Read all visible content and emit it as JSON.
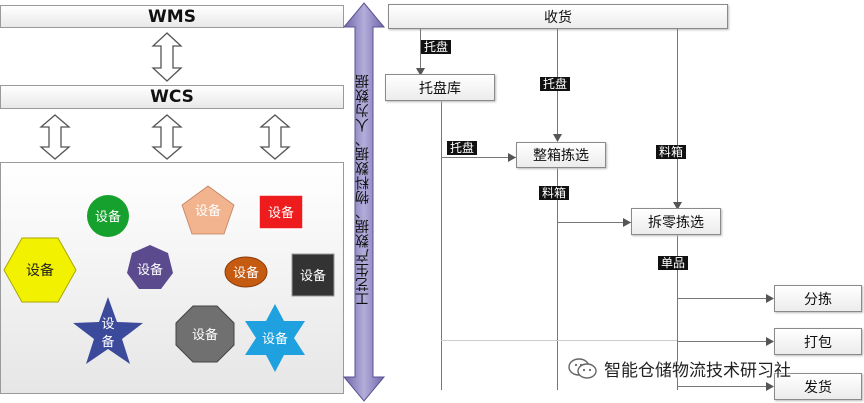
{
  "left": {
    "wms_label": "WMS",
    "wcs_label": "WCS",
    "devices": [
      {
        "label": "设备",
        "shape": "hexagon",
        "color": "#f2f200"
      },
      {
        "label": "设备",
        "shape": "circle",
        "color": "#16a02e"
      },
      {
        "label": "设备",
        "shape": "pentagon",
        "color": "#f1b48e"
      },
      {
        "label": "设备",
        "shape": "square",
        "color": "#ee1c1c"
      },
      {
        "label": "设备",
        "shape": "heptagon",
        "color": "#5b4a8e"
      },
      {
        "label": "设备",
        "shape": "ellipse",
        "color": "#c55a11"
      },
      {
        "label": "设备",
        "shape": "square",
        "color": "#333333"
      },
      {
        "label": "设备",
        "shape": "star5",
        "color": "#3b4a9b"
      },
      {
        "label": "设备",
        "shape": "octagon",
        "color": "#707070"
      },
      {
        "label": "设备",
        "shape": "star6",
        "color": "#1fa0df"
      }
    ]
  },
  "middle": {
    "vertical_label": "工艺生产数据、物料数据、人为数据"
  },
  "flow": {
    "top_bar": "收货",
    "nodes": {
      "pallet_store": "托盘库",
      "case_pick": "整箱拣选",
      "piece_pick": "拆零拣选",
      "sorting": "分拣",
      "packing": "打包",
      "shipping": "发货"
    },
    "tags": {
      "pallet_1": "托盘",
      "pallet_2": "托盘",
      "pallet_3": "托盘",
      "case_1": "料箱",
      "case_2": "料箱",
      "single": "单品"
    }
  },
  "watermark": {
    "text": "智能仓储物流技术研习社",
    "icon": "wechat-icon"
  },
  "colors": {
    "arrow_purple": "#8e86bd",
    "line_gray": "#777777"
  }
}
